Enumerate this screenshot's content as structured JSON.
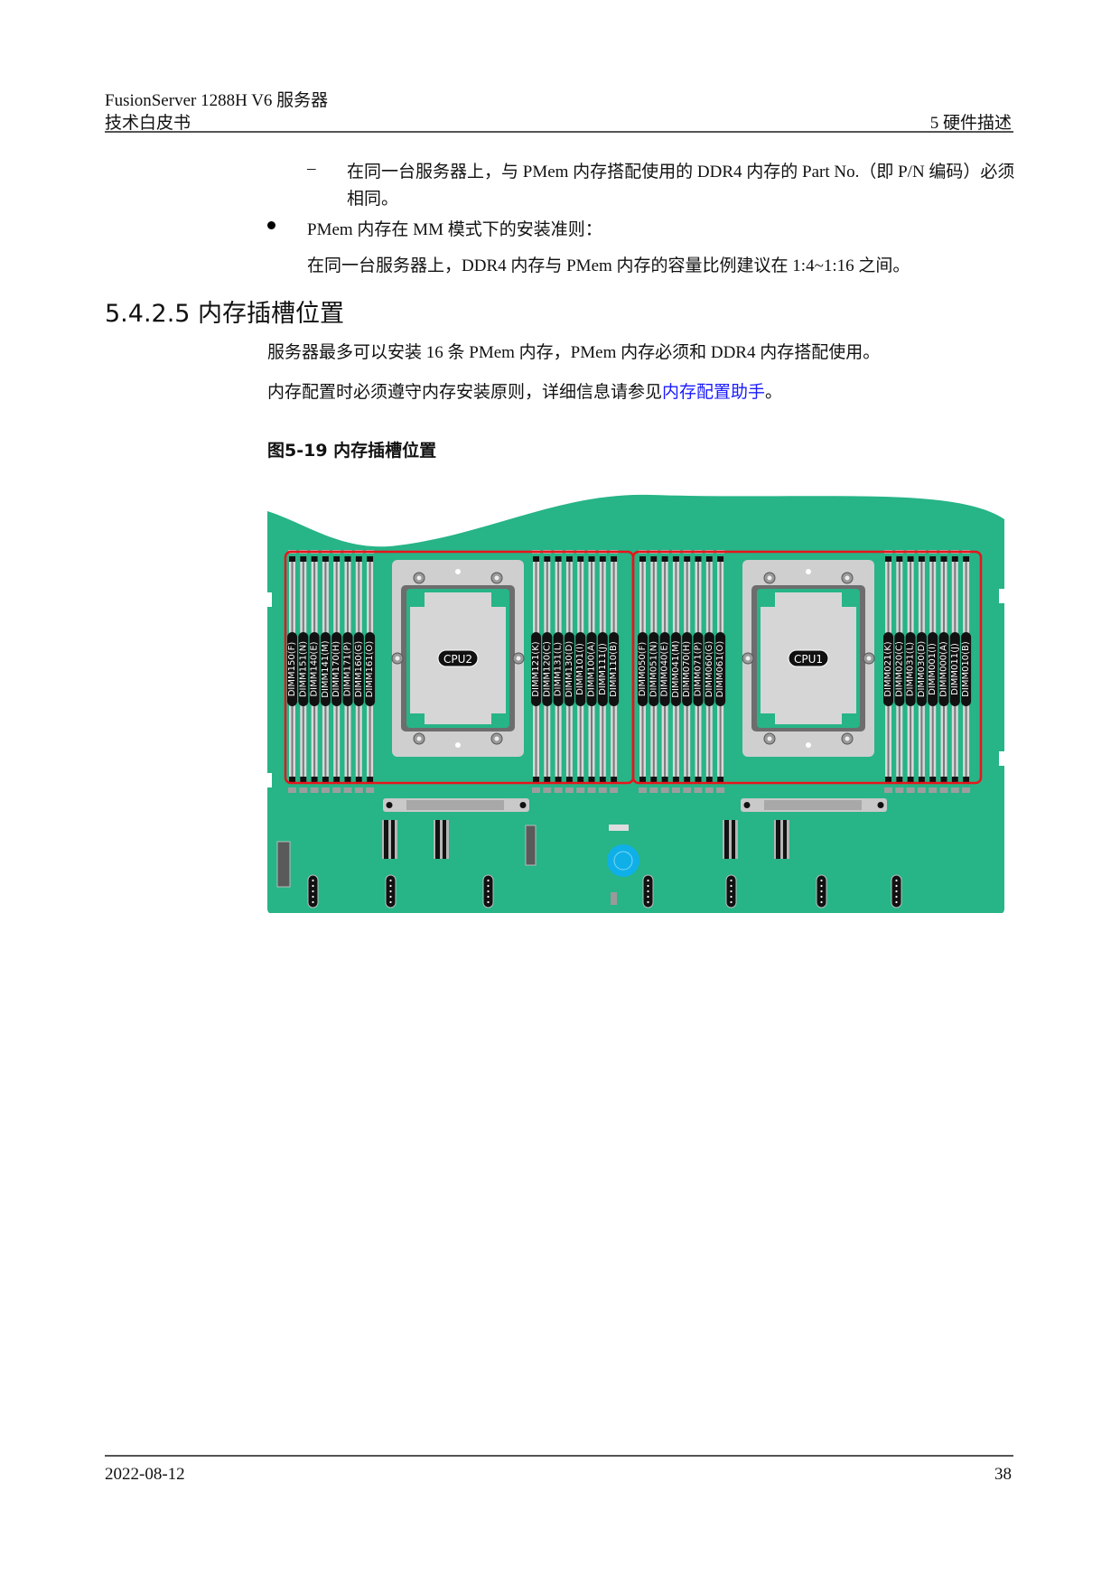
{
  "header": {
    "product": "FusionServer 1288H V6  服务器",
    "doc_type": "技术白皮书",
    "chapter": "5  硬件描述"
  },
  "content": {
    "dash_item": "在同一台服务器上，与 PMem 内存搭配使用的 DDR4 内存的 Part No.（即 P/N 编码）必须相同。",
    "bullet_item": "PMem 内存在 MM 模式下的安装准则：",
    "bullet_sub": "在同一台服务器上，DDR4 内存与 PMem 内存的容量比例建议在 1:4~1:16 之间。",
    "section_title": "5.4.2.5 内存插槽位置",
    "para1": "服务器最多可以安装 16 条 PMem 内存，PMem 内存必须和 DDR4 内存搭配使用。",
    "para2_prefix": "内存配置时必须遵守内存安装原则，详细信息请参见",
    "para2_link": "内存配置助手",
    "para2_suffix": "。",
    "figure_caption": "图5-19 内存插槽位置"
  },
  "figure": {
    "board_color": "#27b487",
    "highlight_color": "#e8141b",
    "cpus": [
      {
        "label": "CPU2"
      },
      {
        "label": "CPU1"
      }
    ],
    "dimm_groups": [
      {
        "name": "cpu2-left",
        "slots": [
          "DIMM150(F)",
          "DIMM151(N)",
          "DIMM140(E)",
          "DIMM141(M)",
          "DIMM170(H)",
          "DIMM171(P)",
          "DIMM160(G)",
          "DIMM161(O)"
        ]
      },
      {
        "name": "cpu2-right",
        "slots": [
          "DIMM121(K)",
          "DIMM120(C)",
          "DIMM131(L)",
          "DIMM130(D)",
          "DIMM101(I)",
          "DIMM100(A)",
          "DIMM111(J)",
          "DIMM110(B)"
        ]
      },
      {
        "name": "cpu1-left",
        "slots": [
          "DIMM050(F)",
          "DIMM051(N)",
          "DIMM040(E)",
          "DIMM041(M)",
          "DIMM070(H)",
          "DIMM071(P)",
          "DIMM060(G)",
          "DIMM061(O)"
        ]
      },
      {
        "name": "cpu1-right",
        "slots": [
          "DIMM021(K)",
          "DIMM020(C)",
          "DIMM031(L)",
          "DIMM030(D)",
          "DIMM001(I)",
          "DIMM000(A)",
          "DIMM011(J)",
          "DIMM010(B)"
        ]
      }
    ]
  },
  "footer": {
    "date": "2022-08-12",
    "page": "38"
  }
}
